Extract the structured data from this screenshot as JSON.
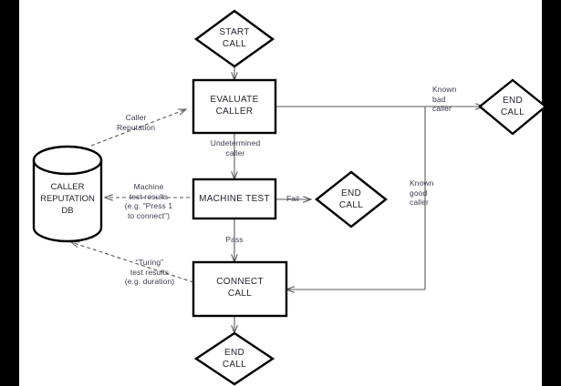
{
  "diagram": {
    "title": "Call handling flowchart with caller reputation database",
    "nodes": {
      "start_call": {
        "label_line1": "START",
        "label_line2": "CALL",
        "shape": "diamond"
      },
      "evaluate_caller": {
        "label_line1": "EVALUATE",
        "label_line2": "CALLER",
        "shape": "process"
      },
      "machine_test": {
        "label_line1": "MACHINE TEST",
        "shape": "process"
      },
      "connect_call": {
        "label_line1": "CONNECT",
        "label_line2": "CALL",
        "shape": "process"
      },
      "end_call_bad": {
        "label_line1": "END",
        "label_line2": "CALL",
        "shape": "diamond"
      },
      "end_call_fail": {
        "label_line1": "END",
        "label_line2": "CALL",
        "shape": "diamond"
      },
      "end_call_bottom": {
        "label_line1": "END",
        "label_line2": "CALL",
        "shape": "diamond"
      },
      "database": {
        "label_line1": "CALLER",
        "label_line2": "REPUTATION",
        "label_line3": "DB",
        "shape": "cylinder"
      }
    },
    "edge_labels": {
      "caller_reputation": "Caller\nReputation",
      "undetermined_caller": "Undetermined\ncaller",
      "machine_test_results": "Machine\ntest results\n(e.g. “Press 1\nto connect”)",
      "turing_test_results": "“Turing”\ntest results\n(e.g. duration)",
      "known_bad_caller": "Known\nbad\ncaller",
      "known_good_caller": "Known\ngood\ncaller",
      "fail": "Fail",
      "pass": "Pass"
    },
    "colors": {
      "stroke": "#000000",
      "thin_stroke": "#595959",
      "dashed_stroke": "#595959",
      "node_text": "#23232e",
      "label_text": "#3b3b4f",
      "canvas": "#ffffff",
      "letterbox": "#000000"
    }
  }
}
